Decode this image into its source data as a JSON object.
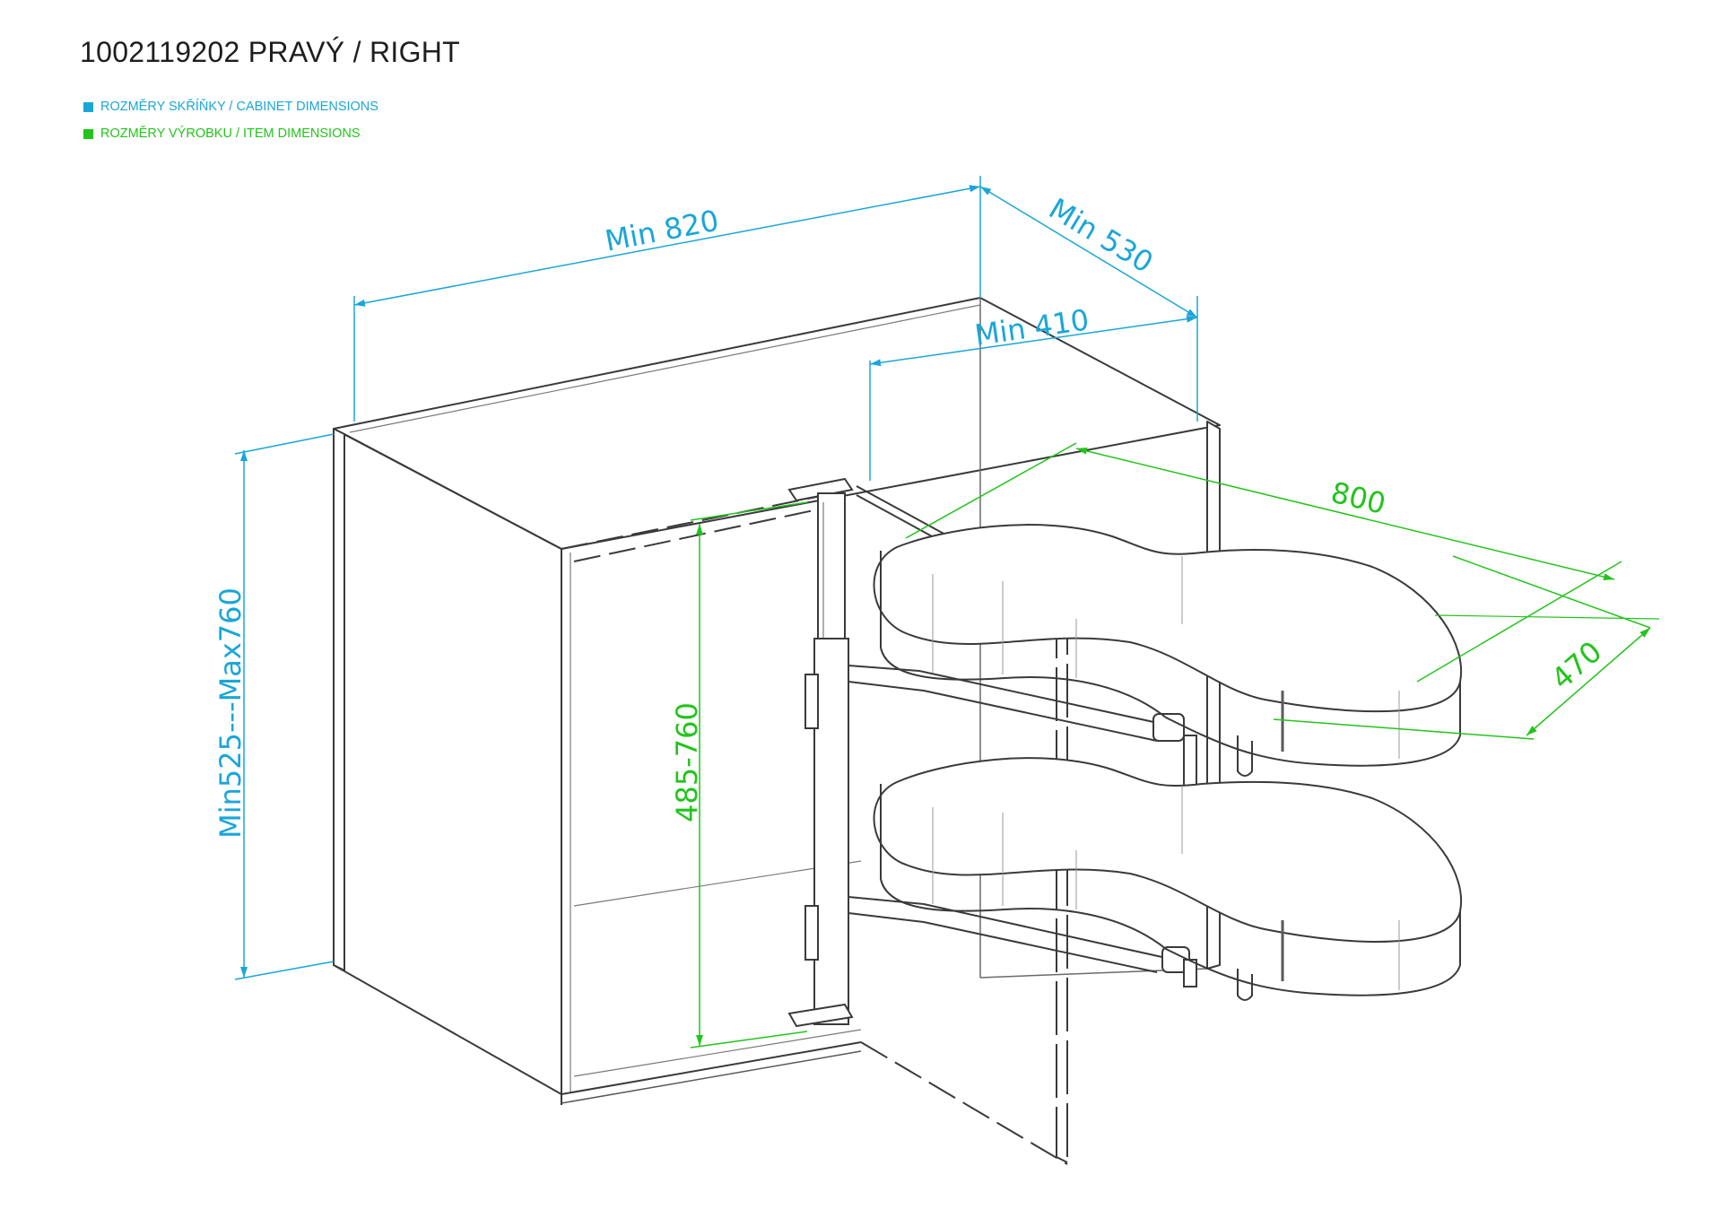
{
  "title": "1002119202 PRAVÝ / RIGHT",
  "legend": {
    "cabinet": {
      "label": "ROZMĚRY SKŘÍŇKY / CABINET DIMENSIONS",
      "color": "#1aa6d8"
    },
    "item": {
      "label": "ROZMĚRY VÝROBKU / ITEM DIMENSIONS",
      "color": "#22c41c"
    }
  },
  "dimensions": {
    "cabinet_width": "Min 820",
    "cabinet_depth": "Min 530",
    "door_opening": "Min 410",
    "cabinet_height": "Min525---Max760",
    "item_width": "800",
    "item_depth": "470",
    "item_height": "485-760"
  }
}
